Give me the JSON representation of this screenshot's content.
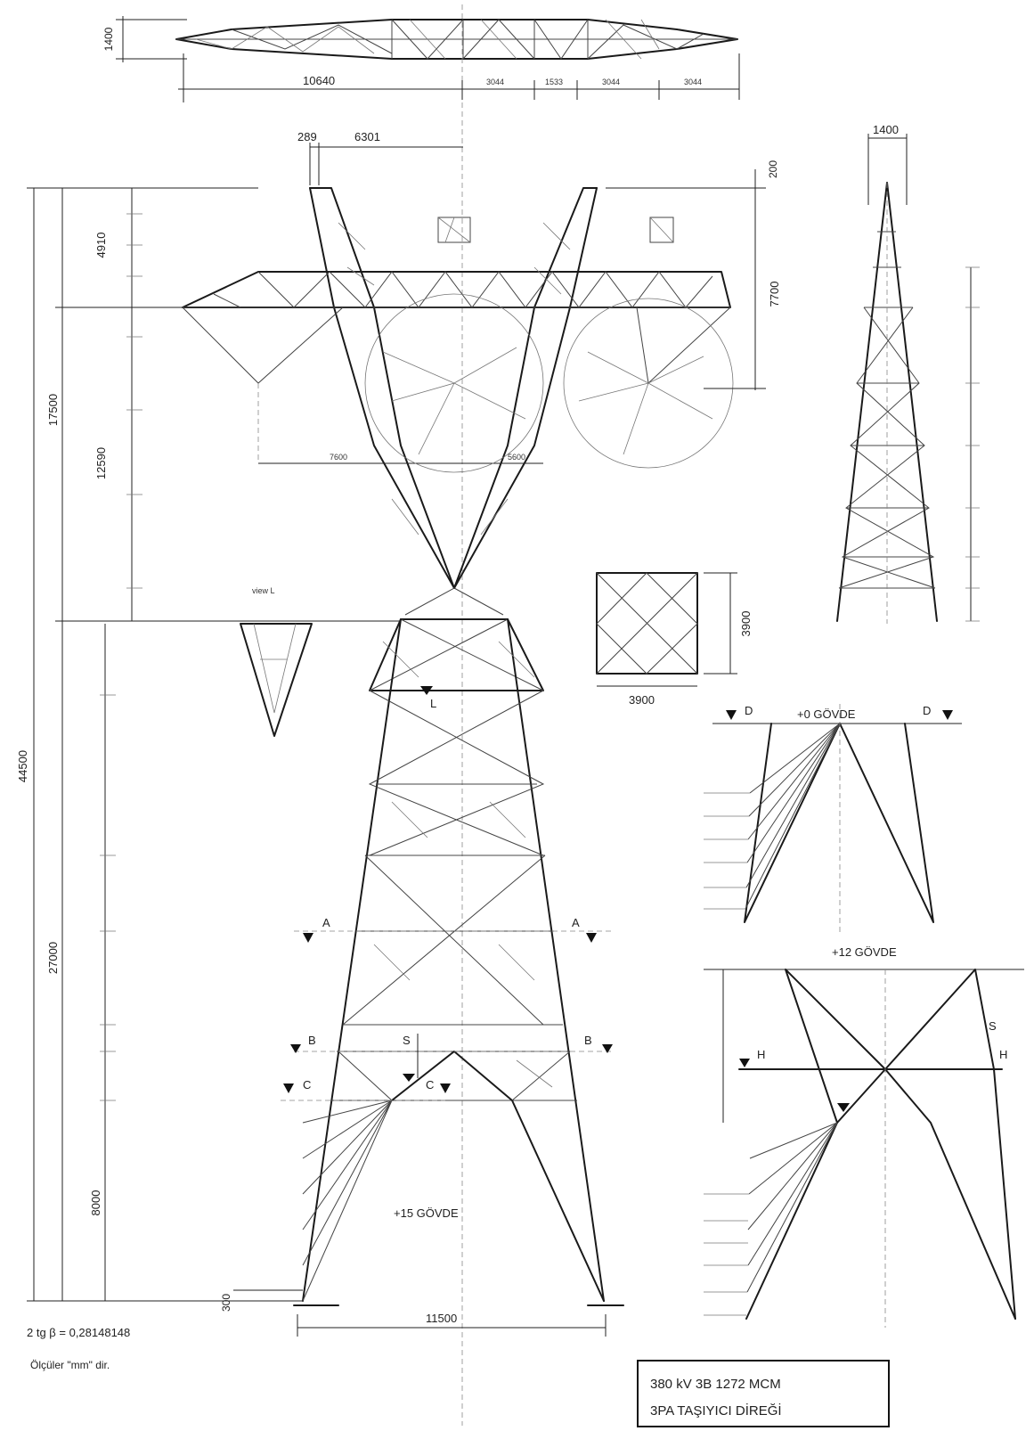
{
  "dimensions": {
    "top_view_height": "1400",
    "top_view_width": "10640",
    "top_view_seg1": "3044",
    "top_view_seg2": "1533",
    "top_view_seg3": "3044",
    "top_view_seg4": "3044",
    "peak_offset": "289",
    "peak_span": "6301",
    "peak_drop": "200",
    "right_drop": "7700",
    "side_top_width": "1400",
    "total_height": "44500",
    "upper_height": "17500",
    "upper_top": "4910",
    "upper_mid": "12590",
    "lower_height": "27000",
    "base_height": "8000",
    "base_offset": "300",
    "base_width": "11500",
    "square_height": "3900",
    "square_width": "3900",
    "arm_span": "7600",
    "arm_span2": "5600"
  },
  "labels": {
    "view_l": "view L",
    "mark_l": "L",
    "mark_s": "S",
    "sec_a": "A",
    "sec_b": "B",
    "sec_c": "C",
    "sec_d": "D",
    "sec_h": "H",
    "gov_0": "+0 GÖVDE",
    "gov_12": "+12 GÖVDE",
    "gov_15": "+15 GÖVDE"
  },
  "notes": {
    "formula": "2 tg β = 0,28148148",
    "units": "Ölçüler \"mm\" dir."
  },
  "title_block": {
    "line1": "380  kV 3B 1272 MCM",
    "line2": "3PA TAŞIYICI DİREĞİ"
  }
}
